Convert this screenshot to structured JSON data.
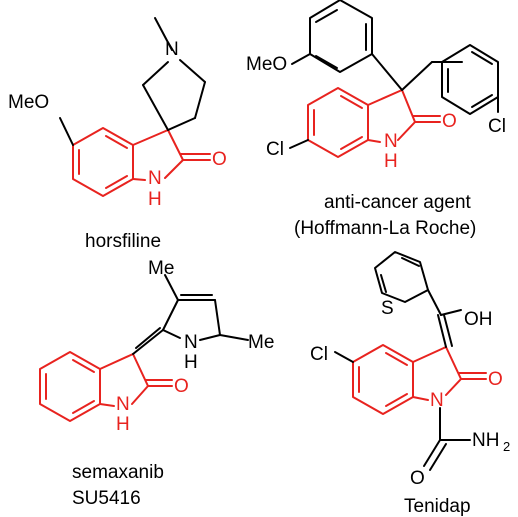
{
  "colors": {
    "core": "#e8231f",
    "substituent": "#000000"
  },
  "atoms": {
    "methoxy": "MeO",
    "nitrogen": "N",
    "hydrogen": "H",
    "oxygen": "O",
    "chloro": "Cl",
    "sulfur": "S",
    "methyl": "Me",
    "hydroxyl": "OH",
    "amine_nh": "NH",
    "amine_sub": "2"
  },
  "compounds": {
    "horsfiline": {
      "caption": "horsfiline"
    },
    "anticancer": {
      "caption_line1": "anti-cancer agent",
      "caption_line2": "(Hoffmann-La Roche)"
    },
    "semaxanib": {
      "caption_line1": "semaxanib",
      "caption_line2": "SU5416"
    },
    "tenidap": {
      "caption": "Tenidap"
    }
  }
}
